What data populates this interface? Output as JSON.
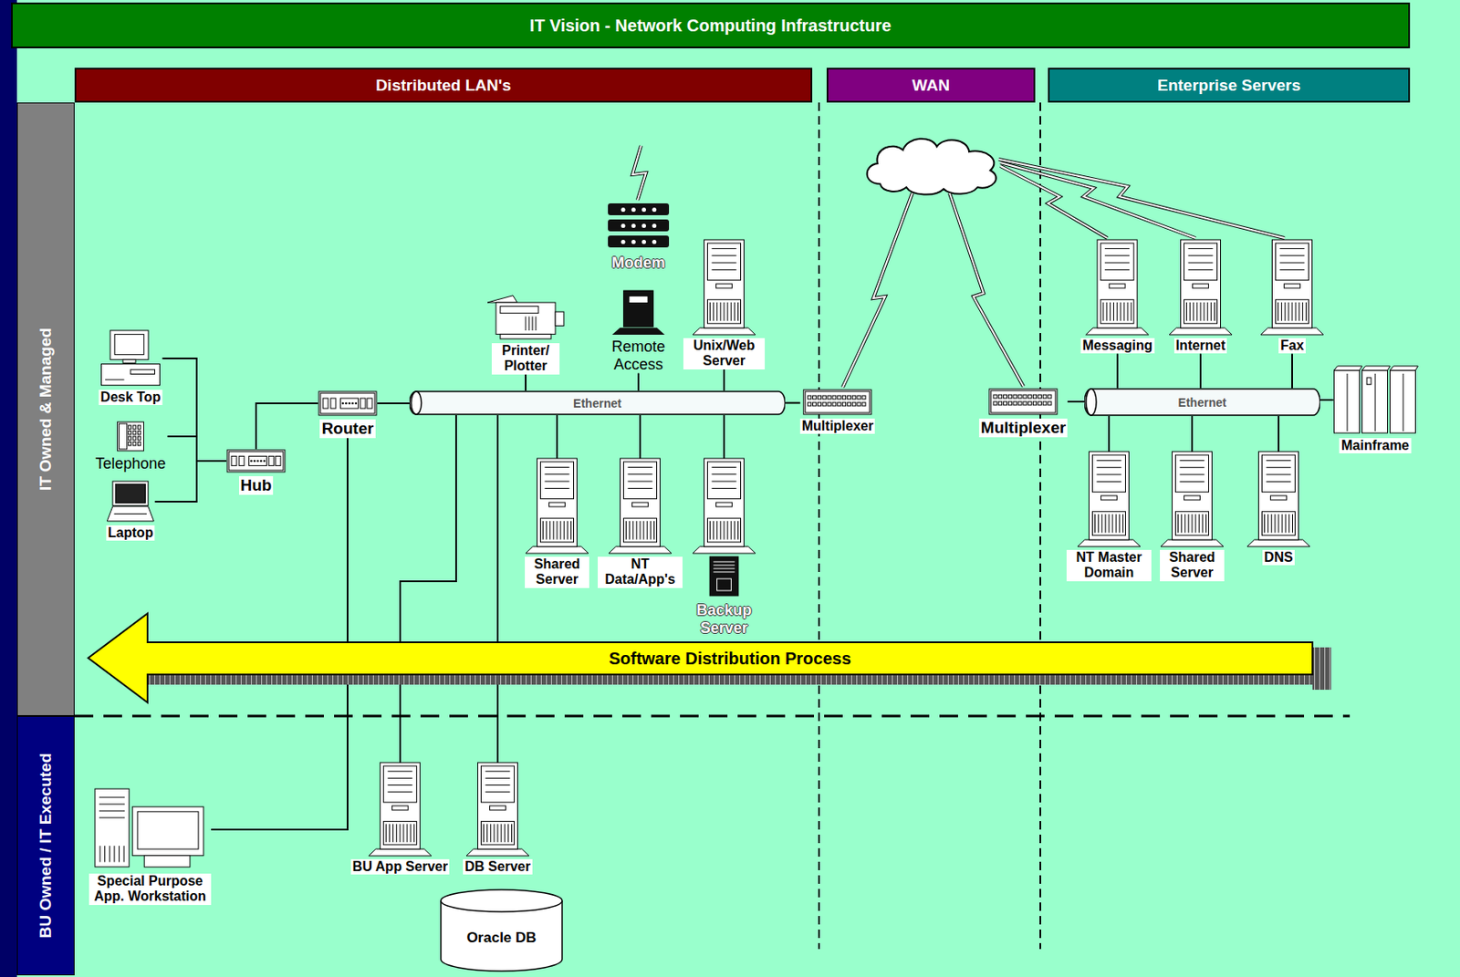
{
  "diagram": {
    "title": "IT Vision - Network Computing Infrastructure",
    "nodes": [
      {
        "text": [
          "IT Owned & Managed"
        ]
      },
      {
        "text": [
          "BU Owned / IT Executed"
        ]
      },
      {
        "text": [
          "Distributed LAN's"
        ]
      },
      {
        "text": [
          "WAN"
        ]
      },
      {
        "text": [
          "Enterprise Servers"
        ]
      },
      {
        "text": [
          "Modem"
        ]
      },
      {
        "text": [
          "Remote Access"
        ]
      },
      {
        "text": [
          "Unix/Web Server"
        ]
      },
      {
        "text": [
          "Printer/ Plotter"
        ]
      },
      {
        "text": [
          "Messaging"
        ]
      },
      {
        "text": [
          "Internet"
        ]
      },
      {
        "text": [
          "Fax"
        ]
      },
      {
        "text": [
          "Desk Top"
        ]
      },
      {
        "text": [
          "Router"
        ]
      },
      {
        "text": [
          "Ethernet"
        ]
      },
      {
        "text": [
          "Multiplexer"
        ]
      },
      {
        "text": [
          "Multiplexer"
        ]
      },
      {
        "text": [
          "Ethernet"
        ]
      },
      {
        "text": [
          "Mainframe"
        ]
      },
      {
        "text": [
          "Telephone"
        ]
      },
      {
        "text": [
          "Hub"
        ]
      },
      {
        "text": [
          "Laptop"
        ]
      },
      {
        "text": [
          "Shared Server"
        ]
      },
      {
        "text": [
          "NT Data/App's"
        ]
      },
      {
        "text": [
          "Backup Server"
        ]
      },
      {
        "text": [
          "NT Master Domain"
        ]
      },
      {
        "text": [
          "Shared Server"
        ]
      },
      {
        "text": [
          "DNS"
        ]
      },
      {
        "text": [
          "Software Distribution Process"
        ]
      },
      {
        "text": [
          "Special Purpose App. Workstation"
        ]
      },
      {
        "text": [
          "BU App Server"
        ]
      },
      {
        "text": [
          "DB Server"
        ]
      },
      {
        "text": [
          "Oracle DB"
        ]
      }
    ],
    "edges": [
      {
        "from": 12,
        "to": 20,
        "arrow": "none"
      },
      {
        "from": 19,
        "to": 20,
        "arrow": "none"
      },
      {
        "from": 21,
        "to": 20,
        "arrow": "none"
      },
      {
        "from": 20,
        "to": 13,
        "arrow": "none"
      },
      {
        "from": 13,
        "to": 14,
        "arrow": "none"
      },
      {
        "from": 8,
        "to": 14,
        "arrow": "none"
      },
      {
        "from": 6,
        "to": 14,
        "arrow": "none"
      },
      {
        "from": 7,
        "to": 14,
        "arrow": "none"
      },
      {
        "from": 22,
        "to": 14,
        "arrow": "none"
      },
      {
        "from": 23,
        "to": 14,
        "arrow": "none"
      },
      {
        "from": 24,
        "to": 14,
        "arrow": "none"
      },
      {
        "from": 14,
        "to": 15,
        "arrow": "none"
      },
      {
        "from": 16,
        "to": 17,
        "arrow": "none"
      },
      {
        "from": 9,
        "to": 17,
        "arrow": "none"
      },
      {
        "from": 10,
        "to": 17,
        "arrow": "none"
      },
      {
        "from": 11,
        "to": 17,
        "arrow": "none"
      },
      {
        "from": 25,
        "to": 17,
        "arrow": "none"
      },
      {
        "from": 26,
        "to": 17,
        "arrow": "none"
      },
      {
        "from": 27,
        "to": 17,
        "arrow": "none"
      },
      {
        "from": 18,
        "to": 17,
        "arrow": "none"
      },
      {
        "from": 13,
        "to": 29,
        "arrow": "none"
      },
      {
        "from": 14,
        "to": 30,
        "arrow": "none"
      },
      {
        "from": 14,
        "to": 31,
        "arrow": "none"
      }
    ]
  }
}
